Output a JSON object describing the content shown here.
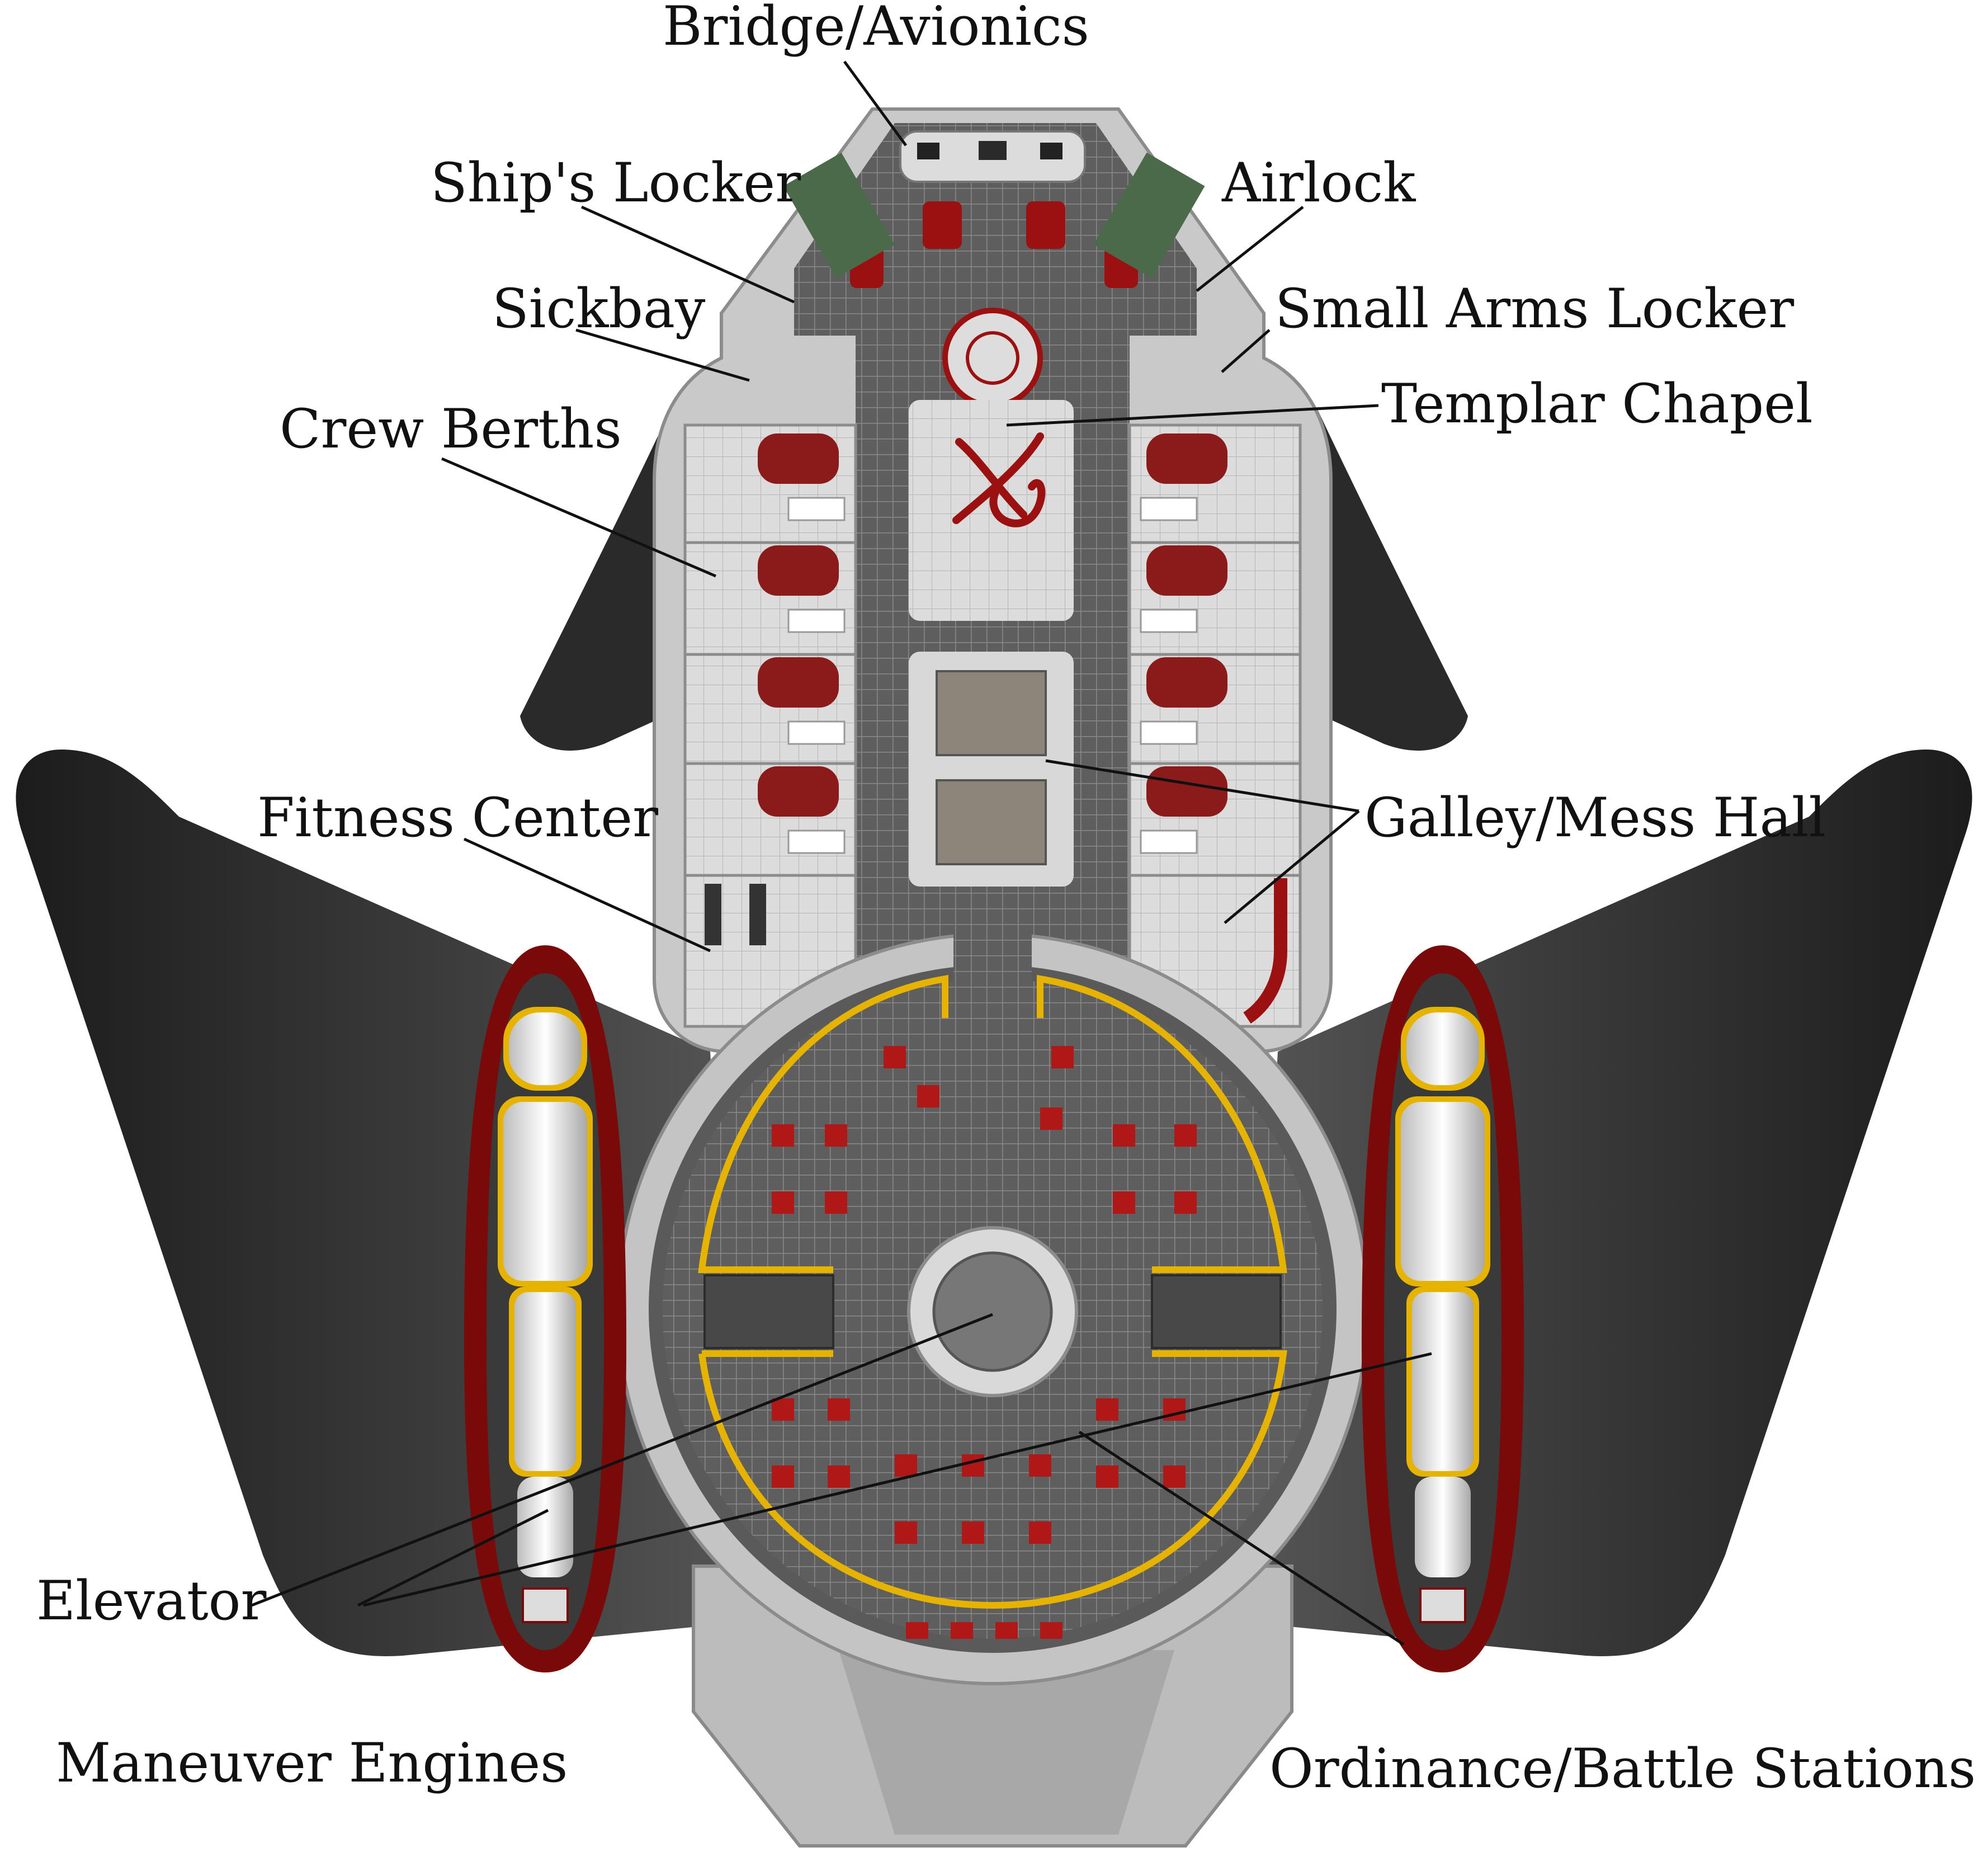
{
  "labels": {
    "bridge": "Bridge/Avionics",
    "ships_locker": "Ship's Locker",
    "airlock": "Airlock",
    "sickbay": "Sickbay",
    "small_arms": "Small Arms Locker",
    "templar_chapel": "Templar Chapel",
    "crew_berths": "Crew Berths",
    "fitness_center": "Fitness Center",
    "galley": "Galley/Mess Hall",
    "elevator": "Elevator",
    "maneuver_engines": "Maneuver Engines",
    "ordinance": "Ordinance/Battle Stations"
  },
  "colors": {
    "hull_dark": "#2e2e2e",
    "hull_gray": "#c8c8c8",
    "deck_grid": "#6a6a6a",
    "accent_red": "#9b1010",
    "accent_yellow": "#e6b400",
    "engine_white": "#eeeeee"
  }
}
